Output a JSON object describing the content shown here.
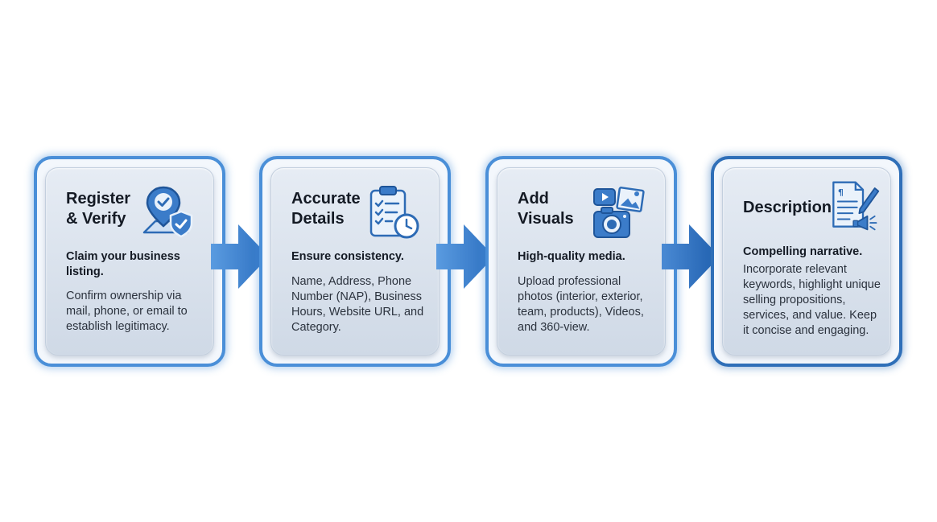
{
  "steps": [
    {
      "title_lines": [
        "Register",
        "& Verify"
      ],
      "subtitle": "Claim your business listing.",
      "body": "Confirm ownership via mail, phone, or email to establish legitimacy.",
      "icon": "location-pin-check-shield-icon"
    },
    {
      "title_lines": [
        "Accurate",
        "Details"
      ],
      "subtitle": "Ensure consistency.",
      "body": "Name, Address, Phone Number (NAP), Business Hours, Website URL, and Category.",
      "icon": "clipboard-checklist-clock-icon"
    },
    {
      "title_lines": [
        "Add",
        "Visuals"
      ],
      "subtitle": "High-quality media.",
      "body": "Upload professional photos (interior, exterior, team, products), Videos, and 360-view.",
      "icon": "camera-photo-video-icon"
    },
    {
      "title_lines": [
        "Description"
      ],
      "subtitle": "Compelling narrative.",
      "body": "Incorporate relevant keywords, highlight unique selling propositions, services, and value. Keep it concise and engaging.",
      "icon": "document-pen-megaphone-icon"
    }
  ],
  "colors": {
    "accent": "#4a8fd8",
    "accent_dark": "#2f6fb8",
    "icon_blue": "#3b7cc9",
    "arrow_blue": "#3a82d4"
  }
}
